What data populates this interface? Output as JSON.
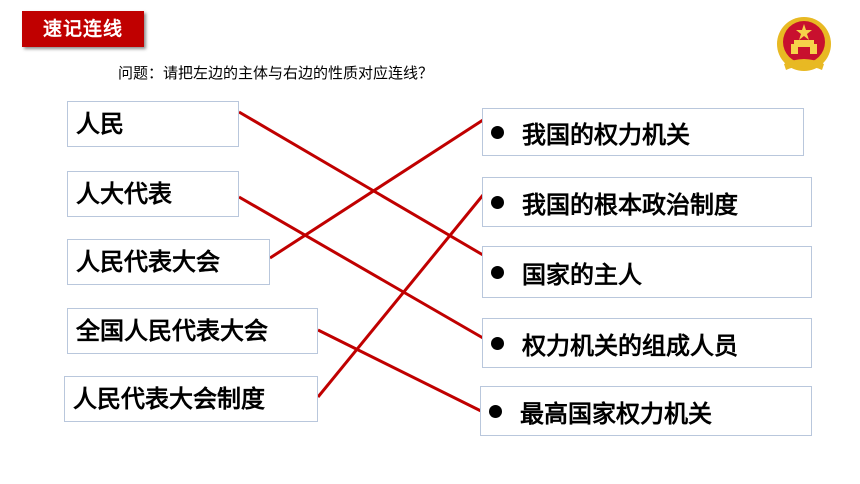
{
  "header": {
    "tag": "速记连线"
  },
  "question": "问题：请把左边的主体与右边的性质对应连线？",
  "left_items": [
    "人民",
    "人大代表",
    "人民代表大会",
    "全国人民代表大会",
    "人民代表大会制度"
  ],
  "right_items": [
    "我国的权力机关",
    "我国的根本政治制度",
    "国家的主人",
    "权力机关的组成人员",
    "最高国家权力机关"
  ],
  "colors": {
    "tag_bg": "#c00000",
    "line": "#c00000",
    "box_border": "#b9c7dc"
  },
  "icons": {
    "emblem": "national-emblem-icon",
    "bullet": "bullet-dot-icon"
  }
}
